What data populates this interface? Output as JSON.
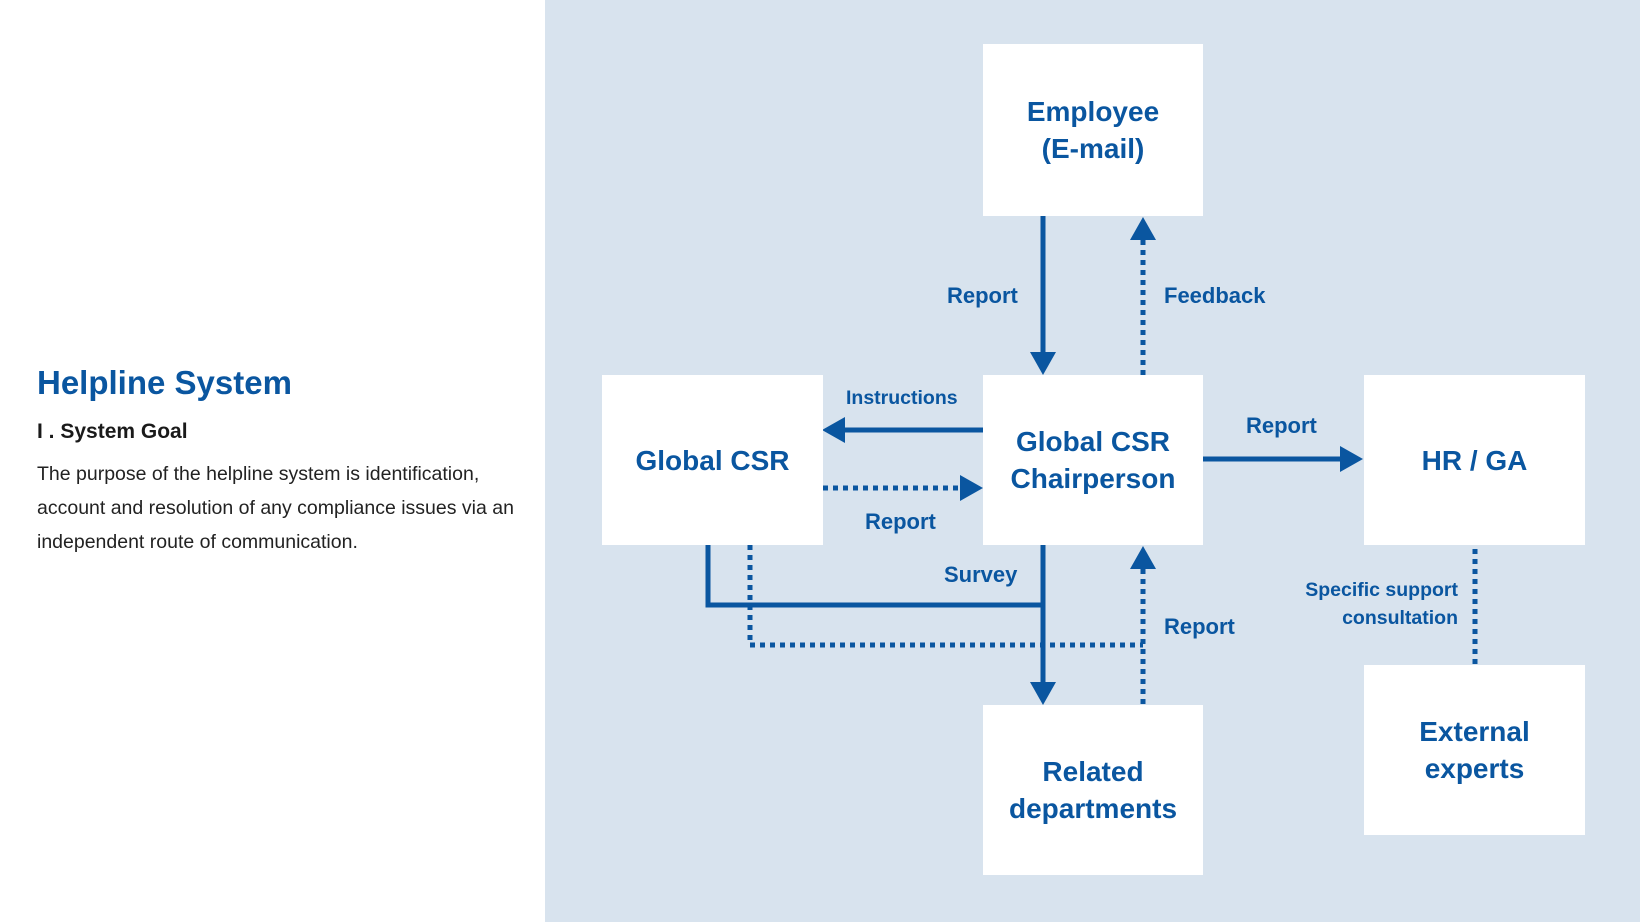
{
  "intro": {
    "title": "Helpline System",
    "subtitle": "I . System Goal",
    "body": "The purpose of the helpline system is identification, account and resolution of any compliance issues via an independent route of communication."
  },
  "diagram": {
    "nodes": {
      "employee": {
        "line1": "Employee",
        "line2": "(E-mail)"
      },
      "global_csr": {
        "line1": "Global CSR"
      },
      "chairperson": {
        "line1": "Global CSR",
        "line2": "Chairperson"
      },
      "hr_ga": {
        "line1": "HR / GA"
      },
      "related": {
        "line1": "Related",
        "line2": "departments"
      },
      "external": {
        "line1": "External",
        "line2": "experts"
      }
    },
    "labels": {
      "report_down": "Report",
      "feedback": "Feedback",
      "instructions": "Instructions",
      "report_to_chair": "Report",
      "report_to_hr": "Report",
      "survey": "Survey",
      "report_up": "Report",
      "support_line1": "Specific support",
      "support_line2": "consultation"
    },
    "colors": {
      "accent": "#0a56a0",
      "panel": "#d8e3ee",
      "box": "#ffffff",
      "body_text": "#222222"
    }
  }
}
